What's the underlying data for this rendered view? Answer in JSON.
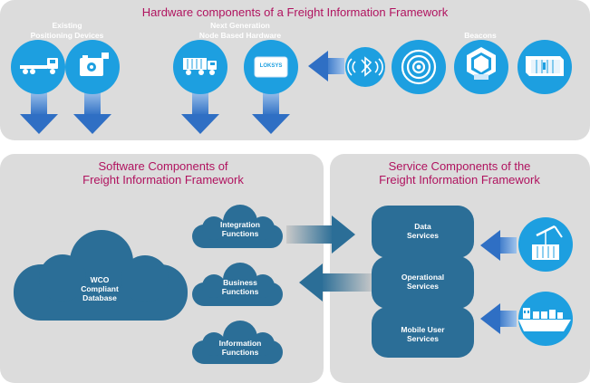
{
  "hardware": {
    "title": "Hardware components of a Freight Information Framework",
    "existing_label_1": "Existing",
    "existing_label_2": "Positioning Devices",
    "next_gen_label_1": "Next Generation",
    "next_gen_label_2": "Node Based Hardware",
    "beacons_label": "Beacons",
    "device_brand": "LOKSYS"
  },
  "software": {
    "title_1": "Software Components of",
    "title_2": "Freight Information Framework",
    "database_1": "WCO",
    "database_2": "Compliant",
    "database_3": "Database",
    "integration_1": "Integration",
    "integration_2": "Functions",
    "business_1": "Business",
    "business_2": "Functions",
    "information_1": "Information",
    "information_2": "Functions"
  },
  "services": {
    "title_1": "Service Components of the",
    "title_2": "Freight Information Framework",
    "data_1": "Data",
    "data_2": "Services",
    "operational_1": "Operational",
    "operational_2": "Services",
    "mobile_1": "Mobile User",
    "mobile_2": "Services"
  },
  "colors": {
    "panel": "#dcdcdc",
    "title": "#b0135f",
    "circle": "#1d9fe0",
    "cloud": "#2b6e97",
    "arrow_blue": "#2f6fc4"
  }
}
